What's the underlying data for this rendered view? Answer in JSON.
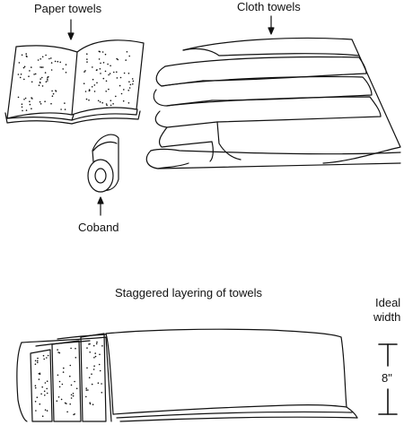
{
  "labels": {
    "paper_towels": "Paper towels",
    "cloth_towels": "Cloth towels",
    "coband": "Coband",
    "staggered_title": "Staggered layering of towels",
    "ideal": "Ideal",
    "width": "width",
    "measurement": "8\""
  },
  "colors": {
    "ink": "#111111",
    "background": "#ffffff"
  }
}
